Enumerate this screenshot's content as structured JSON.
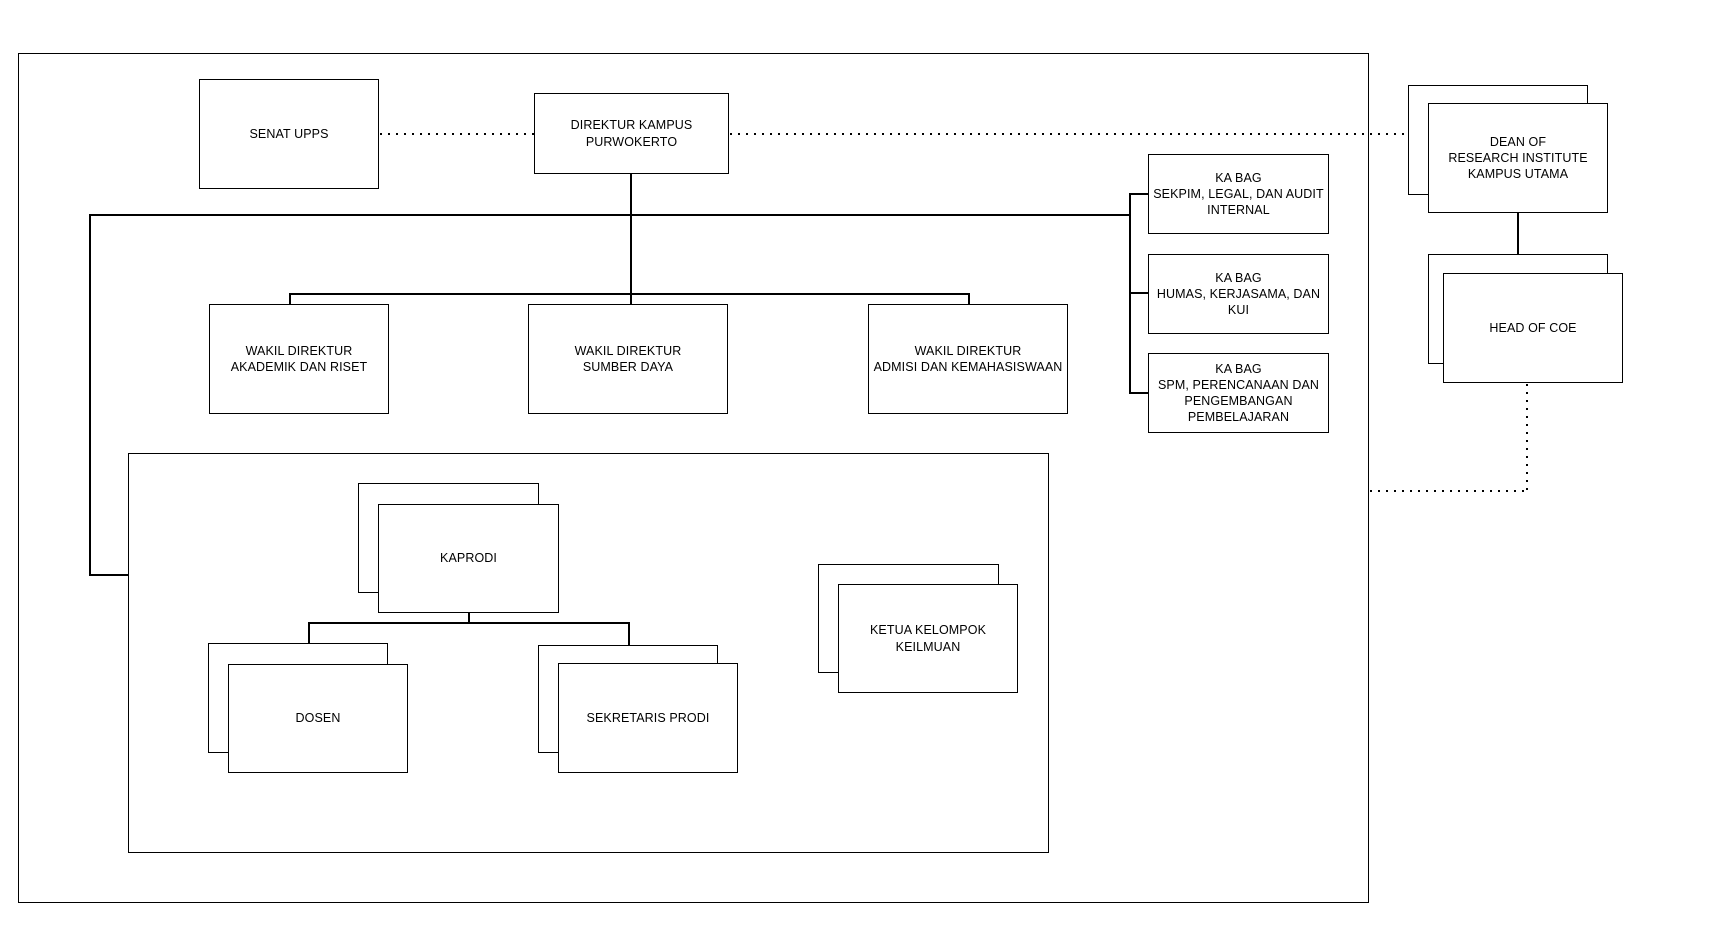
{
  "diagram": {
    "background_color": "#ffffff",
    "stroke_color": "#000000",
    "nodes": {
      "senat": {
        "label": "SENAT UPPS"
      },
      "direktur": {
        "label": "DIREKTUR KAMPUS\nPURWOKERTO"
      },
      "dean": {
        "label": "DEAN OF\nRESEARCH INSTITUTE\nKAMPUS UTAMA",
        "stacked": true
      },
      "head_coe": {
        "label": "HEAD OF COE",
        "stacked": true
      },
      "kabag_sekpim": {
        "label": "KA BAG\nSEKPIM, LEGAL, DAN AUDIT\nINTERNAL"
      },
      "kabag_humas": {
        "label": "KA BAG\nHUMAS, KERJASAMA, DAN\nKUI"
      },
      "kabag_spm": {
        "label": "KA BAG\nSPM, PERENCANAAN DAN\nPENGEMBANGAN\nPEMBELAJARAN"
      },
      "wakil_akademik": {
        "label": "WAKIL DIREKTUR\nAKADEMIK DAN RISET"
      },
      "wakil_sumber": {
        "label": "WAKIL DIREKTUR\nSUMBER DAYA"
      },
      "wakil_admisi": {
        "label": "WAKIL DIREKTUR\nADMISI DAN KEMAHASISWAAN"
      },
      "kaprodi": {
        "label": "KAPRODI",
        "stacked": true
      },
      "dosen": {
        "label": "DOSEN",
        "stacked": true
      },
      "sekretaris": {
        "label": "SEKRETARIS PRODI",
        "stacked": true
      },
      "ketua_kelompok": {
        "label": "KETUA KELOMPOK\nKEILMUAN",
        "stacked": true
      }
    }
  }
}
